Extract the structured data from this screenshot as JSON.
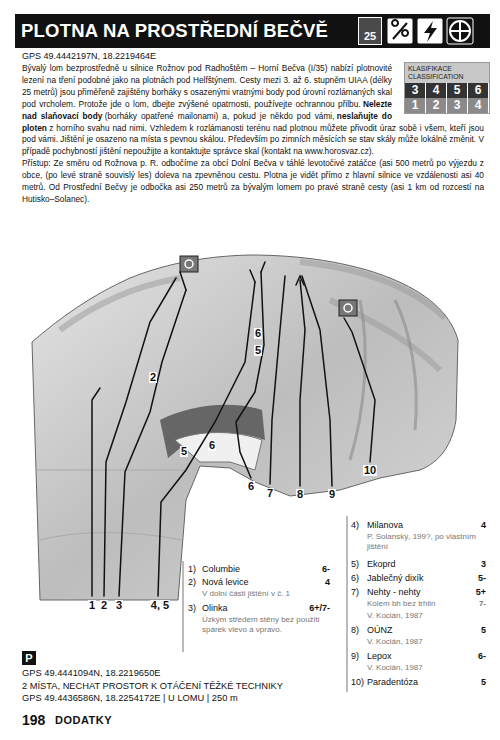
{
  "diagram": {
    "title": "PLOTNA NA PROSTŘEDNÍ BEČVĚ",
    "nodes": [
      {
        "text": [
          "25"
        ]
      },
      {
        "text": [
          "KLASIFIKACE CLASSIFICATION",
          "3",
          "4",
          "5",
          "6",
          "1",
          "2",
          "3",
          "4"
        ]
      },
      {
        "text": [
          "P"
        ]
      }
    ],
    "labels": [
      "GPS 49.4442197N, 18.2219464E",
      "Bývalý lom bezprostředně u silnice Rožnov pod Radhoštěm – Horní Bečva (I/35) nabízí plotnovité lezení na tření podobné jako na plotnách pod Helfštýnem. Cesty mezi 3. až 6. stupněm UIAA (délky 25 metrů) jsou přiměřeně zajištěny borháky s osazenými vratnými body pod úrovní rozlámaných skal pod vrcholem. Protože jde o lom, dbejte zvýšené opatrnosti, používejte ochrannou přilbu.",
      "Nelezte nad slaňovací body",
      "(borháky opatřené mailonami) a, pokud je někdo pod vámi,",
      "neslaňujte do ploten",
      "z horního svahu nad nimi. Vzhledem k rozlámanosti terénu nad plotnou můžete přivodit úraz sobě i všem, kteří jsou pod vámi. Jištění je osazeno na místa s pevnou skálou. Především po zimních měsících se stav skály může lokálně změnit. V případě pochybností jištění nepoužijte a kontaktujte správce skal (kontakt na www.horosvaz.cz).",
      "Přístup: Ze směru od Rožnova p. R. odbočíme za obcí Dolní Bečva v táhlé levotočivé zatáčce (asi 500 metrů po výjezdu z obce, (po levé straně souvislý les) doleva na zpevněnou cestu. Plotna je vidět přímo z hlavní silnice ve vzdálenosti asi 40 metrů. Od Prostřední Bečvy je odbočka asi 250 metrů za bývalým lomem po pravé straně cesty (asi 1 km od rozcestí na Hutisko–Solanec).",
      "1",
      "2",
      "3",
      "4, 5",
      "6",
      "6",
      "7",
      "8",
      "9",
      "10",
      "2",
      "6",
      "5",
      "5",
      "1)",
      "Columbie",
      "6-",
      "2)",
      "Nová levice",
      "4",
      "V dolní části jištění v č. 1",
      "3)",
      "Olinka",
      "6+/7-",
      "Úzkým středem stěny bez použití spárek vlevo a vpravo.",
      "4)",
      "Milanova",
      "4",
      "P. Solanský, 199?, po vlastním jištění",
      "5)",
      "Ekoprd",
      "3",
      "6)",
      "Jablečný dixík",
      "5-",
      "7)",
      "Nehty - nehty",
      "5+",
      "Kolem bh bez trhlin",
      "7-",
      "V. Kocián, 1987",
      "8)",
      "OÚNZ",
      "5",
      "V. Kocián, 1987",
      "9)",
      "Lepox",
      "6-",
      "V. Kocián, 1987",
      "10)",
      "Paradentóza",
      "5",
      "GPS 49.4441094N, 18.2219650E",
      "2 MÍSTA, NECHAT PROSTOR K OTÁČENÍ TĚŽKÉ TECHNIKY",
      "GPS 49.4436586N, 18.2254172E | U LOMU | 250 m",
      "198",
      "DODATKY"
    ]
  }
}
